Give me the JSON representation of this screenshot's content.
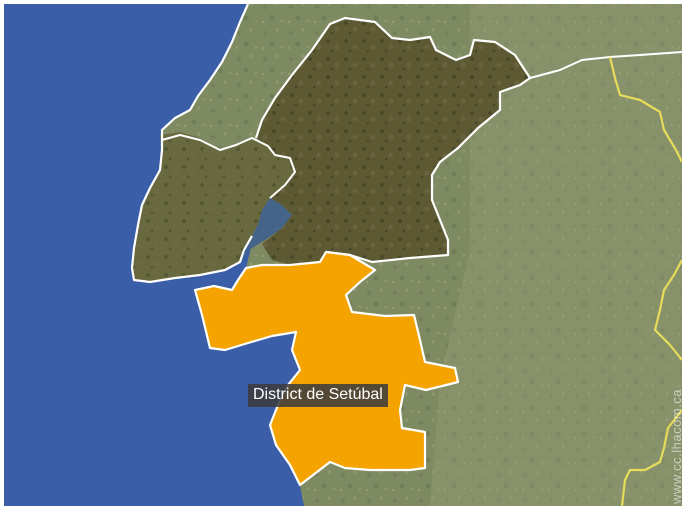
{
  "map": {
    "view": "satellite",
    "highlighted_region": {
      "label": "District de Setúbal",
      "color": "#F5A300"
    },
    "neighbor_region_color": "#5D5A33",
    "border_colors": {
      "district": "#FFFFFF",
      "country": "#E6DC5A"
    },
    "ocean_color": "#3A5EA8",
    "land_color": "#7E8A62",
    "credit": "www.cc.lhacom.ca"
  }
}
